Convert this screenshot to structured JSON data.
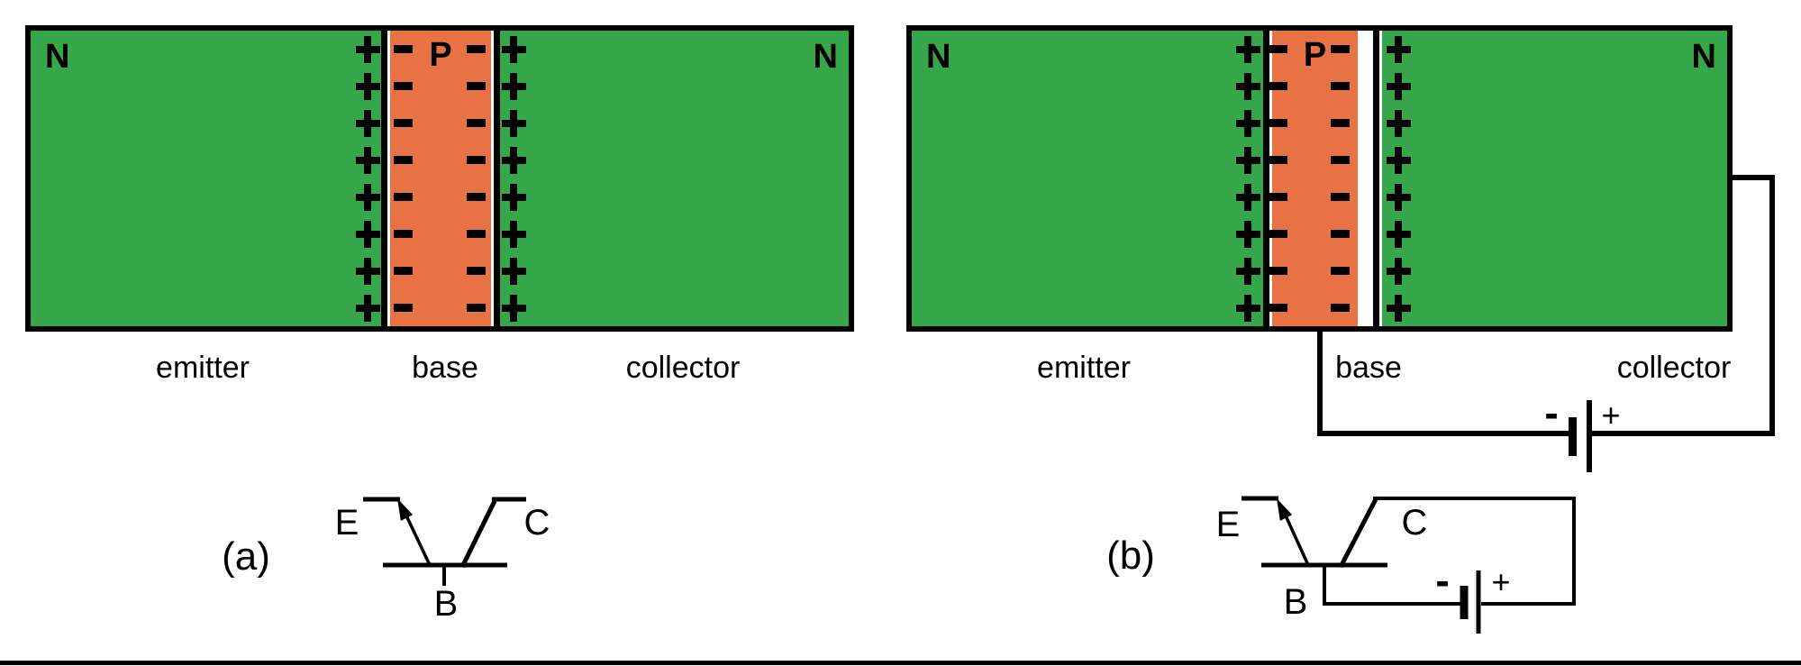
{
  "figure": {
    "colors": {
      "n_region": "#35a649",
      "p_region": "#e87244",
      "line": "#000000",
      "background": "#ffffff"
    },
    "panel_a": {
      "tag": "(a)",
      "emitter_type": "N",
      "base_type": "P",
      "collector_type": "N",
      "zone_labels": {
        "emitter": "emitter",
        "base": "base",
        "collector": "collector"
      },
      "charges": {
        "rows": 8,
        "plus": "+",
        "minus": "-"
      },
      "schematic_pins": {
        "emitter": "E",
        "base": "B",
        "collector": "C"
      }
    },
    "panel_b": {
      "tag": "(b)",
      "emitter_type": "N",
      "base_type": "P",
      "collector_type": "N",
      "zone_labels": {
        "emitter": "emitter",
        "base": "base",
        "collector": "collector"
      },
      "charges": {
        "rows": 8,
        "plus": "+",
        "minus": "-"
      },
      "battery": {
        "negative": "-",
        "positive": "+"
      },
      "schematic_pins": {
        "emitter": "E",
        "base": "B",
        "collector": "C"
      },
      "schematic_battery": {
        "negative": "-",
        "positive": "+"
      }
    }
  }
}
